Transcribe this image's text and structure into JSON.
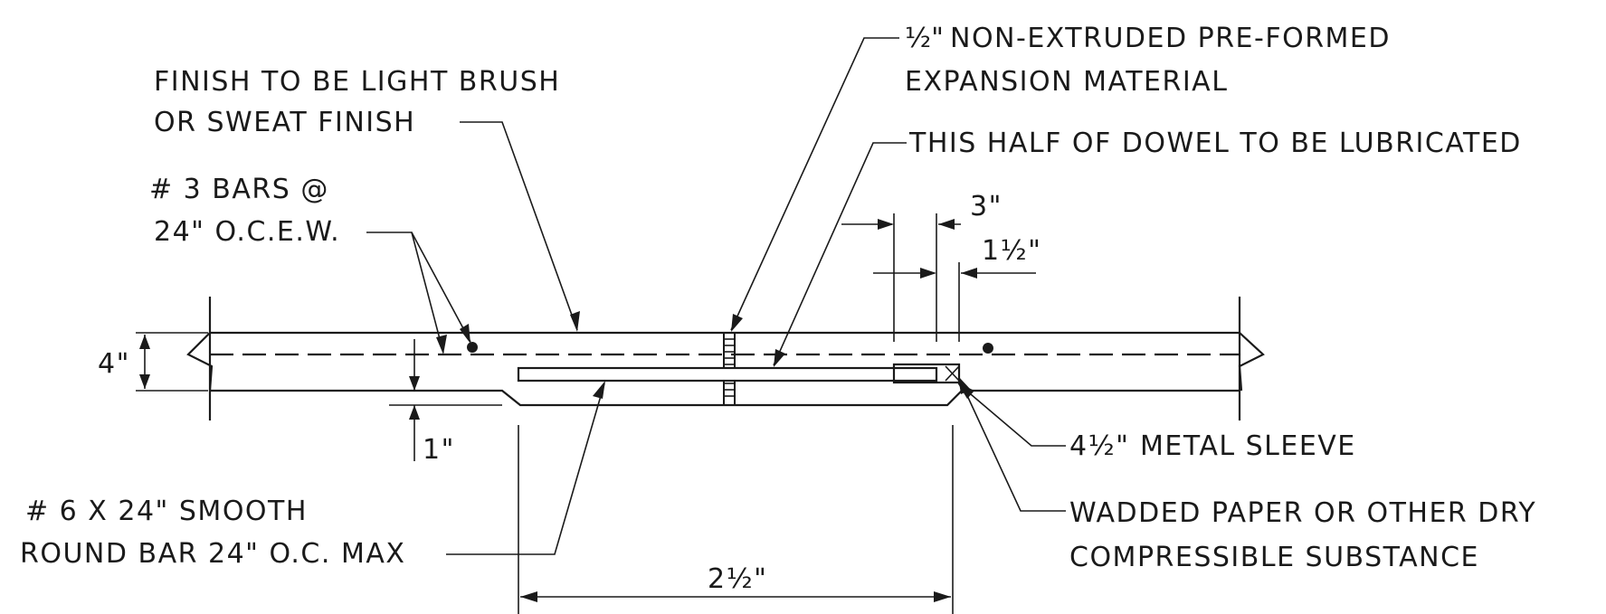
{
  "labels": {
    "finish_line1": "FINISH TO BE LIGHT BRUSH",
    "finish_line2": "OR SWEAT FINISH",
    "bars_line1": "# 3 BARS @",
    "bars_line2": "24\" O.C.E.W.",
    "expansion_line1_fraction": "½\"",
    "expansion_line1_text": "NON-EXTRUDED PRE-FORMED",
    "expansion_line2": "EXPANSION MATERIAL",
    "lubricated": "THIS HALF OF DOWEL TO BE LUBRICATED",
    "sleeve_prefix": "4½\"",
    "sleeve_text": "METAL SLEEVE",
    "paper_line1": "WADDED PAPER OR OTHER DRY",
    "paper_line2": "COMPRESSIBLE SUBSTANCE",
    "dowel_line1": "# 6 X 24\" SMOOTH",
    "dowel_line2": "ROUND BAR 24\" O.C. MAX"
  },
  "dimensions": {
    "thickness": "4\"",
    "offset": "1\"",
    "gap_3": "3\"",
    "gap_1_5": "1½\"",
    "span": "2½\""
  }
}
